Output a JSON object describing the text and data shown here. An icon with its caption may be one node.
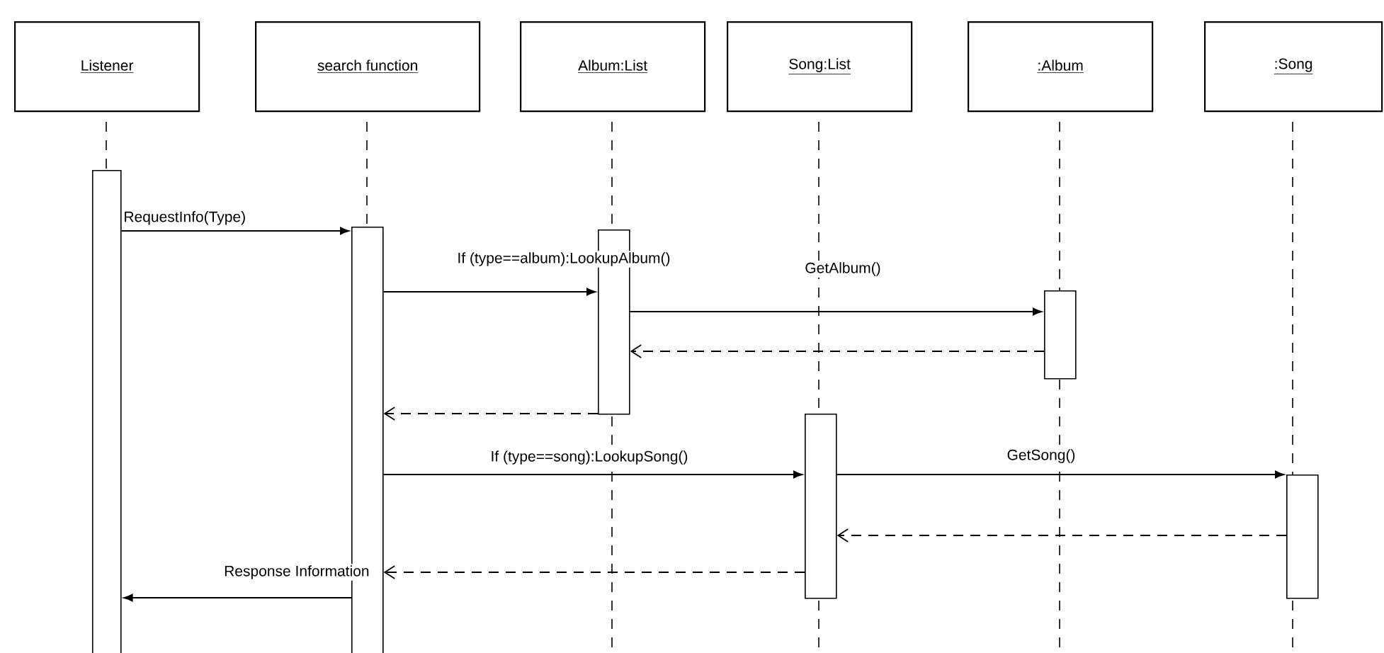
{
  "diagram": {
    "nodes": [
      {
        "text": [
          "Listener"
        ]
      },
      {
        "text": [
          "search function"
        ]
      },
      {
        "text": [
          "Album:List"
        ]
      },
      {
        "text": [
          "Song:List"
        ]
      },
      {
        "text": [
          ":Album"
        ]
      },
      {
        "text": [
          ":Song"
        ]
      },
      {
        "text": [],
        "shape": "bar"
      },
      {
        "text": [],
        "shape": "bar"
      },
      {
        "text": [],
        "shape": "bar"
      },
      {
        "text": [],
        "shape": "bar"
      },
      {
        "text": [],
        "shape": "bar"
      },
      {
        "text": [],
        "shape": "bar"
      }
    ],
    "edges": [
      {
        "from": 6,
        "to": 7,
        "arrow": "to",
        "label": "RequestInfo(Type)"
      },
      {
        "from": 7,
        "to": 8,
        "arrow": "to",
        "label": "If (type==album):LookupAlbum()"
      },
      {
        "from": 8,
        "to": 10,
        "arrow": "to",
        "label": "GetAlbum()"
      },
      {
        "from": 10,
        "to": 8,
        "arrow": "to",
        "style": "dashed"
      },
      {
        "from": 8,
        "to": 7,
        "arrow": "to",
        "style": "dashed"
      },
      {
        "from": 7,
        "to": 9,
        "arrow": "to",
        "label": "If (type==song):LookupSong()"
      },
      {
        "from": 9,
        "to": 11,
        "arrow": "to",
        "label": "GetSong()"
      },
      {
        "from": 11,
        "to": 9,
        "arrow": "to",
        "style": "dashed"
      },
      {
        "from": 9,
        "to": 7,
        "arrow": "to",
        "style": "dashed"
      },
      {
        "from": 7,
        "to": 6,
        "arrow": "to",
        "label": "Response Information"
      }
    ]
  }
}
